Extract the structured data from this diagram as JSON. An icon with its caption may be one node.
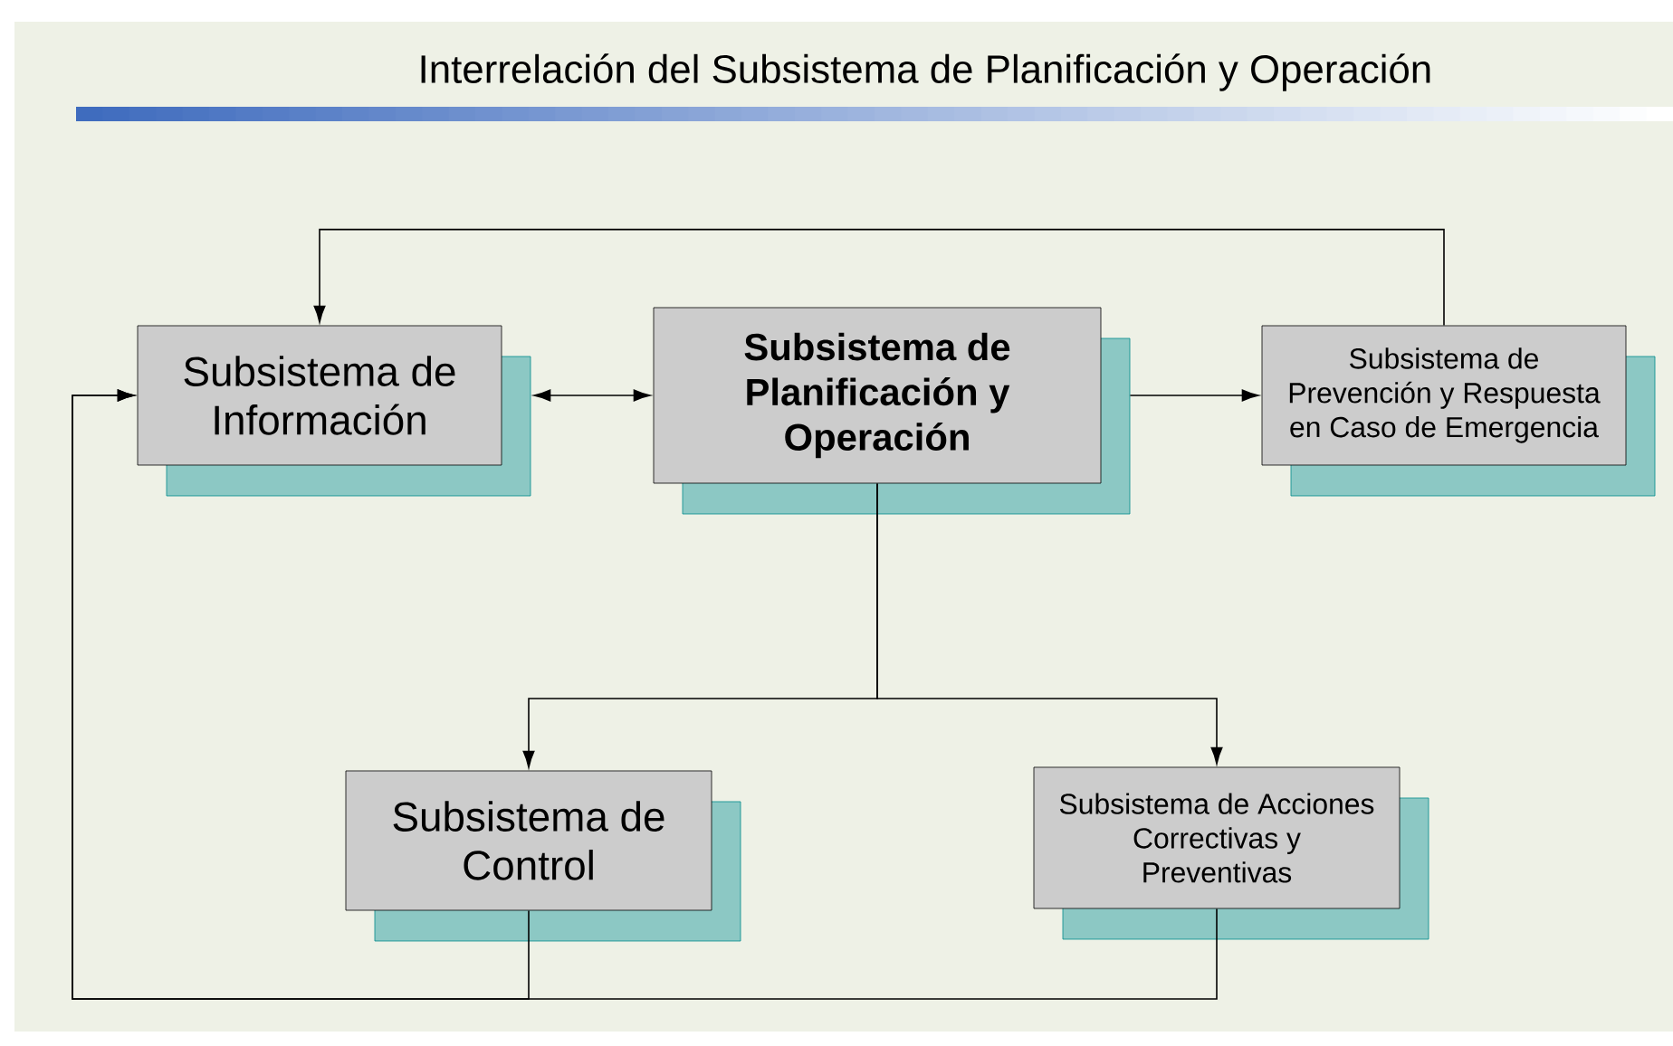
{
  "diagram": {
    "title": "Interrelación del Subsistema de Planificación y Operación",
    "nodes": [
      {
        "text": [
          "Subsistema de Información"
        ]
      },
      {
        "text": [
          "Subsistema de Planificación y Operación"
        ]
      },
      {
        "text": [
          "Subsistema de Prevención y Respuesta en Caso de Emergencia"
        ]
      },
      {
        "text": [
          "Subsistema de Control"
        ]
      },
      {
        "text": [
          "Subsistema de Acciones Correctivas y Preventivas"
        ]
      }
    ],
    "edges": [
      {
        "from": 0,
        "to": 1,
        "arrow": "both"
      },
      {
        "from": 1,
        "to": 2,
        "arrow": "to"
      },
      {
        "from": 2,
        "to": 0,
        "arrow": "to"
      },
      {
        "from": 1,
        "to": 3,
        "arrow": "to"
      },
      {
        "from": 1,
        "to": 4,
        "arrow": "to"
      },
      {
        "from": 3,
        "to": 0,
        "arrow": "to"
      },
      {
        "from": 4,
        "to": 0,
        "arrow": "to"
      }
    ]
  }
}
